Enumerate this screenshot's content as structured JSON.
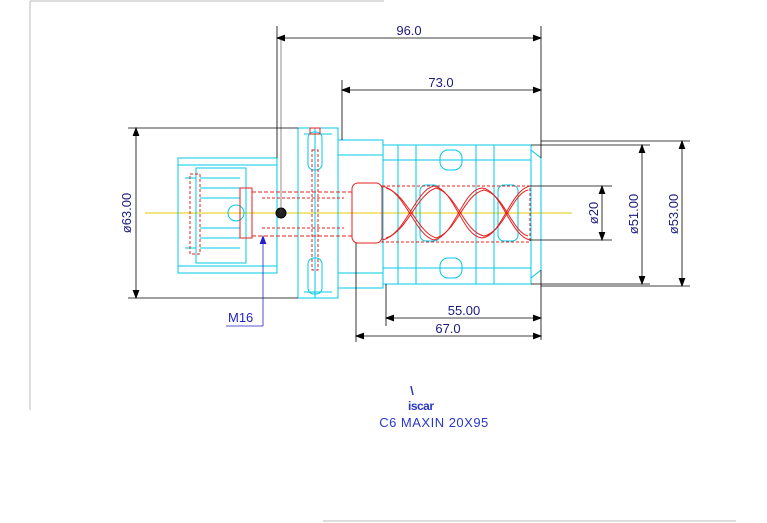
{
  "dimensions": {
    "overall_length": "96.0",
    "flange_to_end": "73.0",
    "nut_length": "55.00",
    "clamping_length": "67.0",
    "shank_diameter": "ø63.00",
    "bore_diameter": "ø20",
    "nut_diameter": "ø51.00",
    "max_diameter": "ø53.00"
  },
  "thread_label": "M16",
  "logo": {
    "text": "iscar",
    "color": "#2a38c8"
  },
  "part_designation": "C6 MAXIN 20X95",
  "colors": {
    "outline": "#00c8e6",
    "hidden": "#e62020",
    "centerline": "#e6c800",
    "dimension": "#000000",
    "text": "#1a1a80",
    "leader": "#2222c8"
  }
}
